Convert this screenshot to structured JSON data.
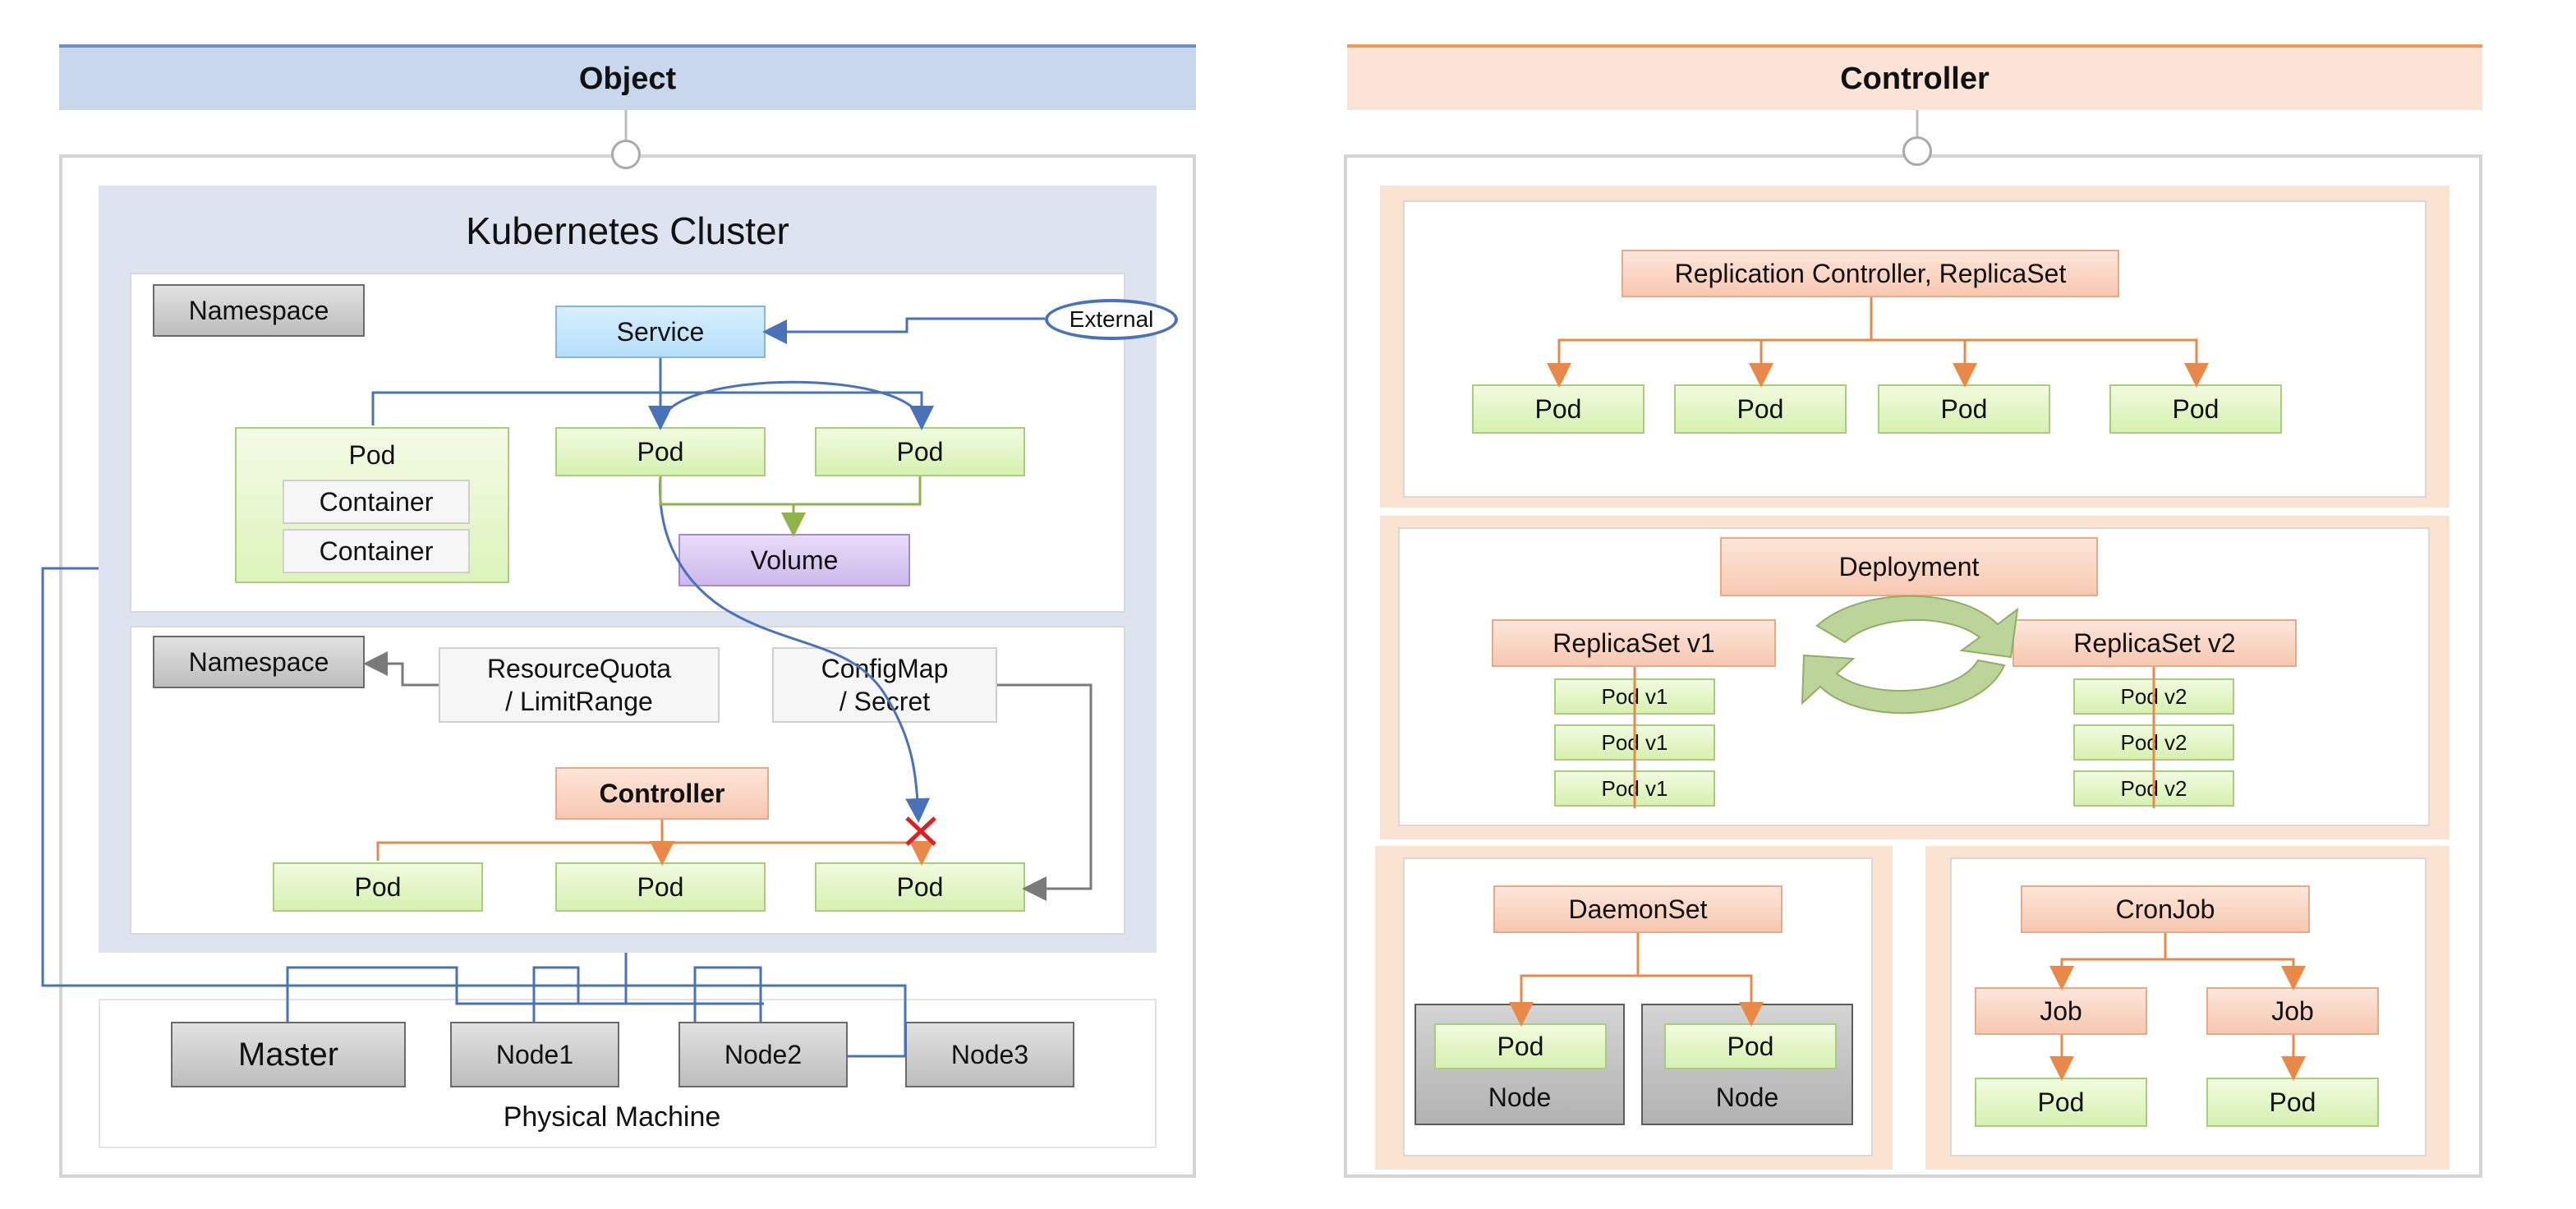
{
  "object": {
    "header": "Object",
    "cluster_title": "Kubernetes Cluster",
    "ns1": {
      "namespace": "Namespace",
      "service": "Service",
      "external": "External",
      "pod_group": {
        "title": "Pod",
        "containers": [
          "Container",
          "Container"
        ]
      },
      "pod_a": "Pod",
      "pod_b": "Pod",
      "volume": "Volume"
    },
    "ns2": {
      "namespace": "Namespace",
      "resource_quota": [
        "ResourceQuota",
        "/ LimitRange"
      ],
      "config_map": [
        "ConfigMap",
        "/ Secret"
      ],
      "controller": "Controller",
      "pods": [
        "Pod",
        "Pod",
        "Pod"
      ]
    },
    "physical": {
      "master": "Master",
      "nodes": [
        "Node1",
        "Node2",
        "Node3"
      ],
      "label": "Physical Machine"
    }
  },
  "controller": {
    "header": "Controller",
    "replication": {
      "title": "Replication Controller, ReplicaSet",
      "pods": [
        "Pod",
        "Pod",
        "Pod",
        "Pod"
      ]
    },
    "deployment": {
      "title": "Deployment",
      "rs_v1": {
        "title": "ReplicaSet v1",
        "pods": [
          "Pod v1",
          "Pod v1",
          "Pod v1"
        ]
      },
      "rs_v2": {
        "title": "ReplicaSet v2",
        "pods": [
          "Pod v2",
          "Pod v2",
          "Pod v2"
        ]
      }
    },
    "daemonset": {
      "title": "DaemonSet",
      "nodes": [
        {
          "pod": "Pod",
          "node": "Node"
        },
        {
          "pod": "Pod",
          "node": "Node"
        }
      ]
    },
    "cronjob": {
      "title": "CronJob",
      "jobs": [
        {
          "job": "Job",
          "pod": "Pod"
        },
        {
          "job": "Job",
          "pod": "Pod"
        }
      ]
    }
  },
  "colors": {
    "object_accent": "#6d8dc9",
    "controller_accent": "#ee9a5a",
    "blue_line": "#4a72b8",
    "orange_line": "#e8894a",
    "green_line": "#8fb34a",
    "gray_line": "#7a7a7a",
    "red_x": "#e02020"
  }
}
